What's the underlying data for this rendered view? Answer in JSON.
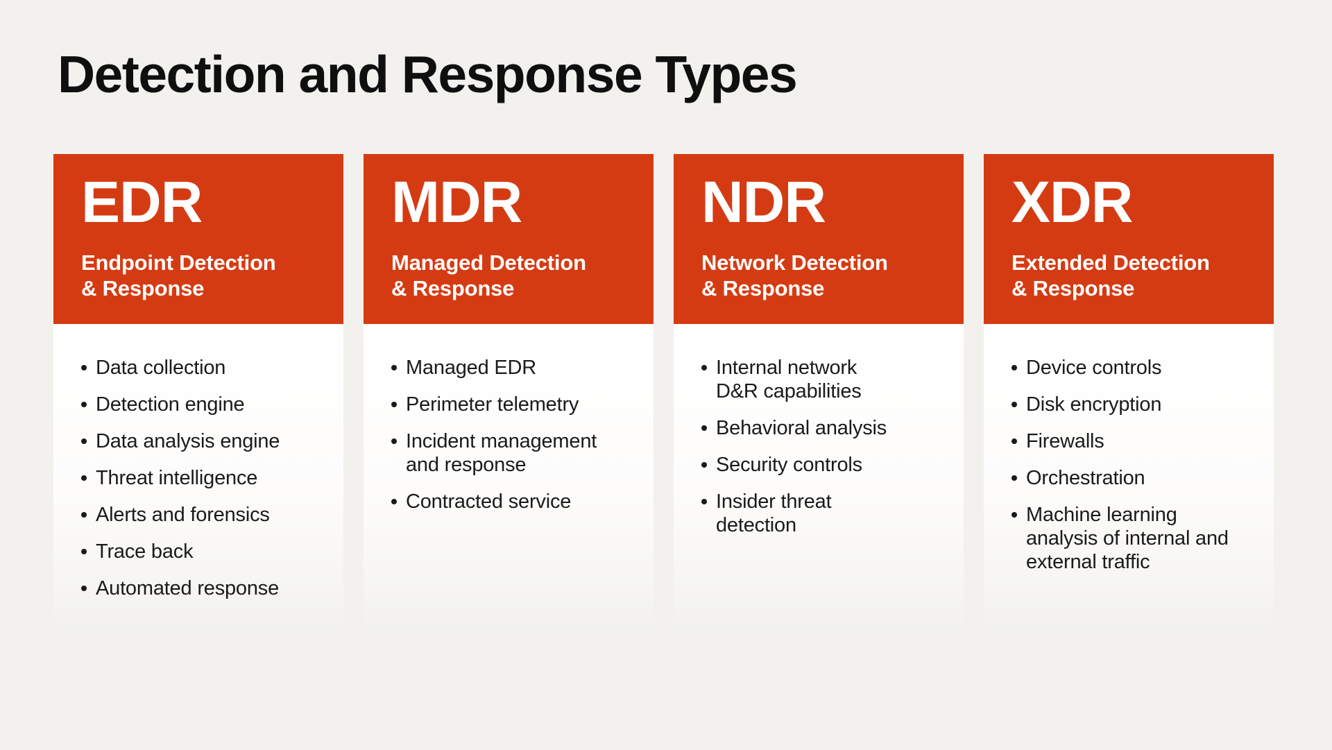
{
  "title": "Detection and Response Types",
  "colors": {
    "background": "#f2f1ee",
    "accent": "#d53b12",
    "header_text": "#ffffff",
    "body_text": "#1a1a1a"
  },
  "cards": [
    {
      "id": "edr",
      "acronym": "EDR",
      "subtitle": "Endpoint Detection\n& Response",
      "items": [
        "Data collection",
        "Detection engine",
        "Data analysis engine",
        "Threat intelligence",
        "Alerts and forensics",
        "Trace back",
        "Automated response"
      ]
    },
    {
      "id": "mdr",
      "acronym": "MDR",
      "subtitle": "Managed Detection\n& Response",
      "items": [
        "Managed EDR",
        "Perimeter telemetry",
        "Incident management\nand response",
        "Contracted service"
      ]
    },
    {
      "id": "ndr",
      "acronym": "NDR",
      "subtitle": "Network Detection\n& Response",
      "items": [
        "Internal network\nD&R capabilities",
        "Behavioral analysis",
        "Security controls",
        "Insider threat\ndetection"
      ]
    },
    {
      "id": "xdr",
      "acronym": "XDR",
      "subtitle": "Extended Detection\n& Response",
      "items": [
        "Device controls",
        "Disk encryption",
        "Firewalls",
        "Orchestration",
        "Machine learning\nanalysis of internal and\nexternal traffic"
      ]
    }
  ]
}
